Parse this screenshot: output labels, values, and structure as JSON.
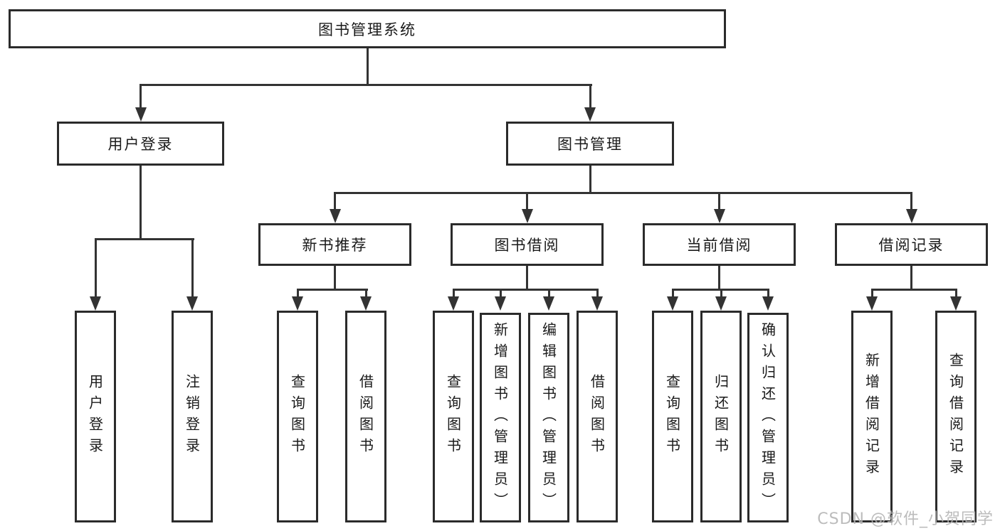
{
  "diagram": {
    "type": "tree",
    "nodes": {
      "root": "图书管理系统",
      "user_login": "用户登录",
      "book_management": "图书管理",
      "new_book_recommend": "新书推荐",
      "book_borrow": "图书借阅",
      "current_borrow": "当前借阅",
      "borrow_records": "借阅记录",
      "leaf_user_login": "用户登录",
      "leaf_logout": "注销登录",
      "recommend_query_book": "查询图书",
      "recommend_borrow_book": "借阅图书",
      "borrow_query_book": "查询图书",
      "borrow_add_book": "新增图书（管理员）",
      "borrow_edit_book": "编辑图书（管理员）",
      "borrow_borrow_book": "借阅图书",
      "current_query_book": "查询图书",
      "current_return_book": "归还图书",
      "current_confirm_return": "确认归还（管理员）",
      "records_add_record": "新增借阅记录",
      "records_query_record": "查询借阅记录"
    },
    "edges": [
      [
        "root",
        "user_login"
      ],
      [
        "root",
        "book_management"
      ],
      [
        "user_login",
        "leaf_user_login"
      ],
      [
        "user_login",
        "leaf_logout"
      ],
      [
        "book_management",
        "new_book_recommend"
      ],
      [
        "book_management",
        "book_borrow"
      ],
      [
        "book_management",
        "current_borrow"
      ],
      [
        "book_management",
        "borrow_records"
      ],
      [
        "new_book_recommend",
        "recommend_query_book"
      ],
      [
        "new_book_recommend",
        "recommend_borrow_book"
      ],
      [
        "book_borrow",
        "borrow_query_book"
      ],
      [
        "book_borrow",
        "borrow_add_book"
      ],
      [
        "book_borrow",
        "borrow_edit_book"
      ],
      [
        "book_borrow",
        "borrow_borrow_book"
      ],
      [
        "current_borrow",
        "current_query_book"
      ],
      [
        "current_borrow",
        "current_return_book"
      ],
      [
        "current_borrow",
        "current_confirm_return"
      ],
      [
        "borrow_records",
        "records_add_record"
      ],
      [
        "borrow_records",
        "records_query_record"
      ]
    ]
  },
  "watermark": {
    "text": "CSDN @软件_小贺同学",
    "color": "#b5b5b5"
  },
  "colors": {
    "line": "#333333",
    "box_border": "#2b2b2b",
    "background": "#ffffff",
    "text": "#1a1a1a"
  }
}
